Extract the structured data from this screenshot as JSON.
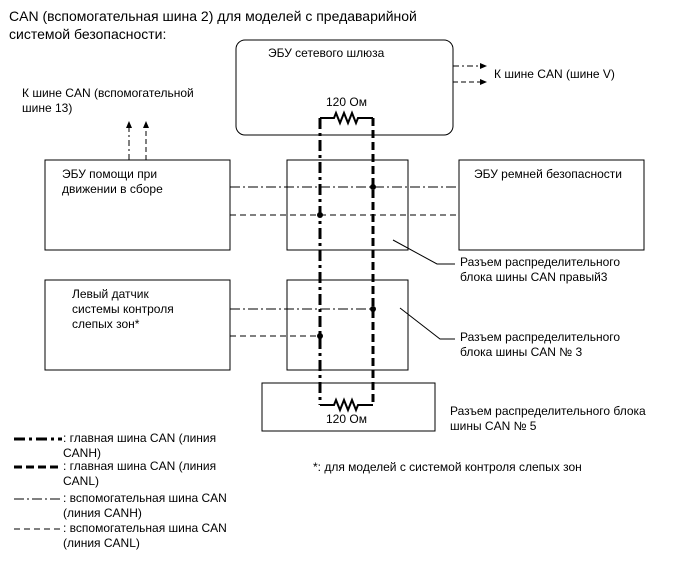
{
  "title_line1": "CAN (вспомогательная шина 2) для моделей с предаварийной",
  "title_line2": "системой безопасности:",
  "gateway_ecu": "ЭБУ сетевого шлюза",
  "to_bus_v": "К шине CAN (шине V)",
  "to_bus_13": "К шине CAN (вспомогательной\nшине 13)",
  "resistor_top": "120 Ом",
  "resistor_bottom": "120 Ом",
  "assist_ecu": "ЭБУ помощи при\nдвижении в сборе",
  "seatbelt_ecu": "ЭБУ ремней безопасности",
  "connector_right": "Разъем распределительного\nблока шины CAN правый3",
  "blind_spot_sensor": "Левый датчик\nсистемы контроля\nслепых зон*",
  "connector_3": "Разъем распределительного\nблока шины CAN № 3",
  "connector_5": "Разъем распределительного блока\nшины CAN № 5",
  "footnote": "*: для моделей с системой контроля слепых зон",
  "legend": [
    ": главная шина CAN (линия\nCANH)",
    ": главная шина CAN (линия\nCANL)",
    ": вспомогательная шина CAN\n(линия CANH)",
    ": вспомогательная шина CAN\n(линия CANL)"
  ]
}
